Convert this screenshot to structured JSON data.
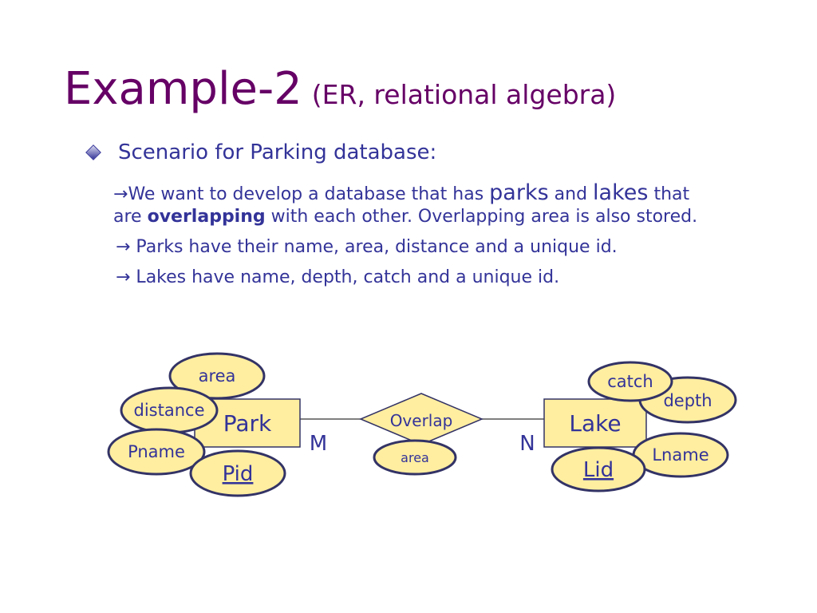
{
  "slide": {
    "title_main": "Example-2",
    "title_sub": "(ER, relational algebra)",
    "bullet": "Scenario for Parking database:",
    "lines": {
      "l1": {
        "arrow": "→",
        "a": "We want to develop a database that has ",
        "parks": "parks",
        "b": " and ",
        "lakes": "lakes",
        "c": " that"
      },
      "l2": {
        "a": "are ",
        "overlapping": "overlapping",
        "b": " with each other. Overlapping area is also stored."
      },
      "l3": {
        "arrow": "→",
        "text": " Parks have their name, area, distance and a unique id."
      },
      "l4": {
        "arrow": "→",
        "text": " Lakes have name, depth, catch and a unique id."
      }
    }
  },
  "er": {
    "colors": {
      "fill": "#ffeea0",
      "stroke": "#333366",
      "text": "#333399",
      "line": "#555555"
    },
    "entities": {
      "park": "Park",
      "lake": "Lake"
    },
    "relationship": "Overlap",
    "cardinality": {
      "left": "M",
      "right": "N"
    },
    "attributes": {
      "area_park": "area",
      "distance": "distance",
      "pname": "Pname",
      "pid": "Pid",
      "overlap_area": "area",
      "catch": "catch",
      "depth": "depth",
      "lname": "Lname",
      "lid": "Lid"
    }
  }
}
